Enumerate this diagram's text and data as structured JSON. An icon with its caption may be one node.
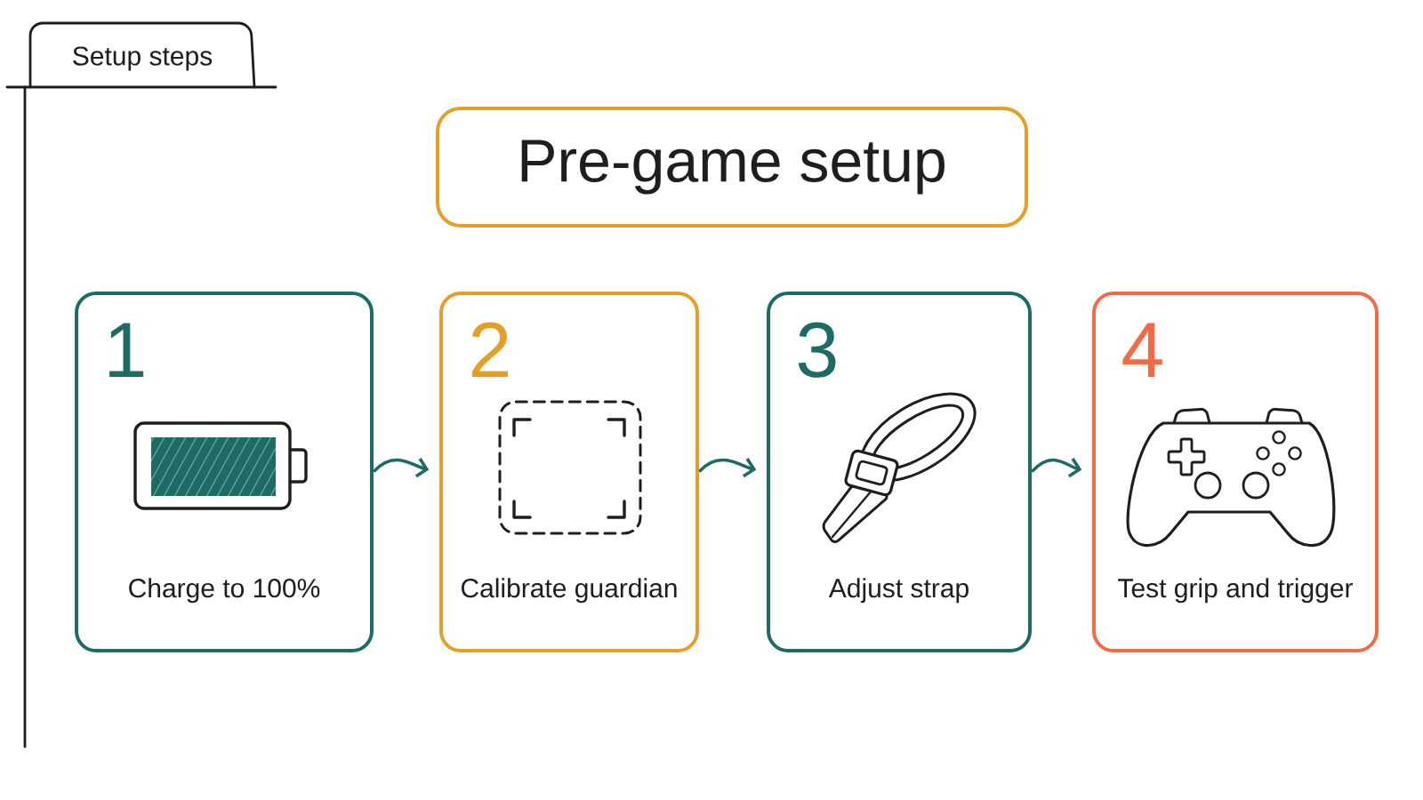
{
  "diagram": {
    "nodes": [
      {
        "text": [
          "Setup steps"
        ]
      },
      {
        "text": [
          "Pre-game setup"
        ]
      },
      {
        "text": [
          "1",
          "Charge to 100%"
        ]
      },
      {
        "text": [
          "2",
          "Calibrate guardian"
        ]
      },
      {
        "text": [
          "3",
          "Adjust strap"
        ]
      },
      {
        "text": [
          "4",
          "Test grip and trigger"
        ]
      }
    ],
    "edges": [
      {
        "from": 2,
        "to": 3,
        "arrow": "to"
      },
      {
        "from": 3,
        "to": 4,
        "arrow": "to"
      },
      {
        "from": 4,
        "to": 5,
        "arrow": "to"
      }
    ]
  }
}
